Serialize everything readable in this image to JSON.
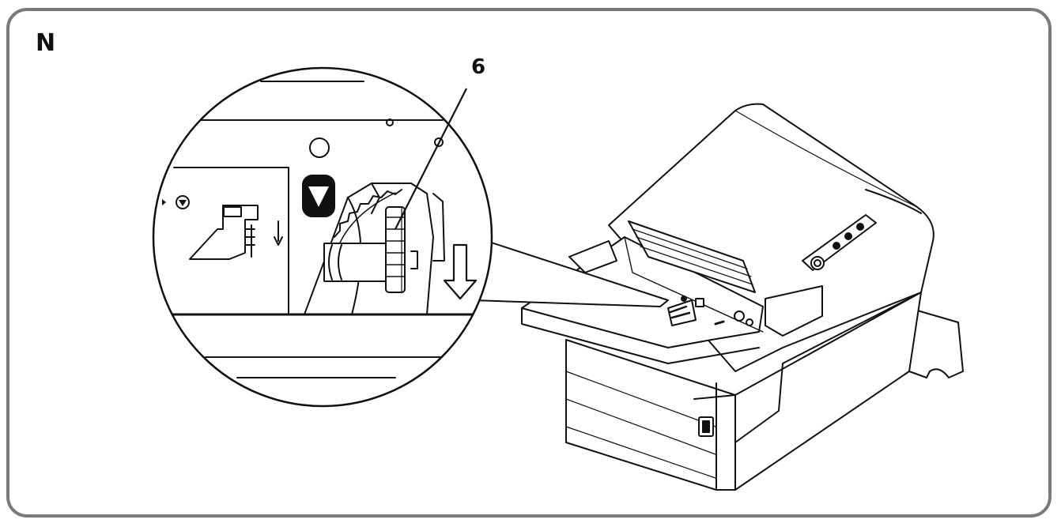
{
  "figure": {
    "step_letter": "N",
    "callout_number": "6"
  },
  "colors": {
    "frame_border": "#7a7a7a",
    "line_art": "#111111",
    "background": "#ffffff"
  },
  "icons": {
    "push_marker": "triangle-down-badge",
    "direction": "arrow-down"
  }
}
